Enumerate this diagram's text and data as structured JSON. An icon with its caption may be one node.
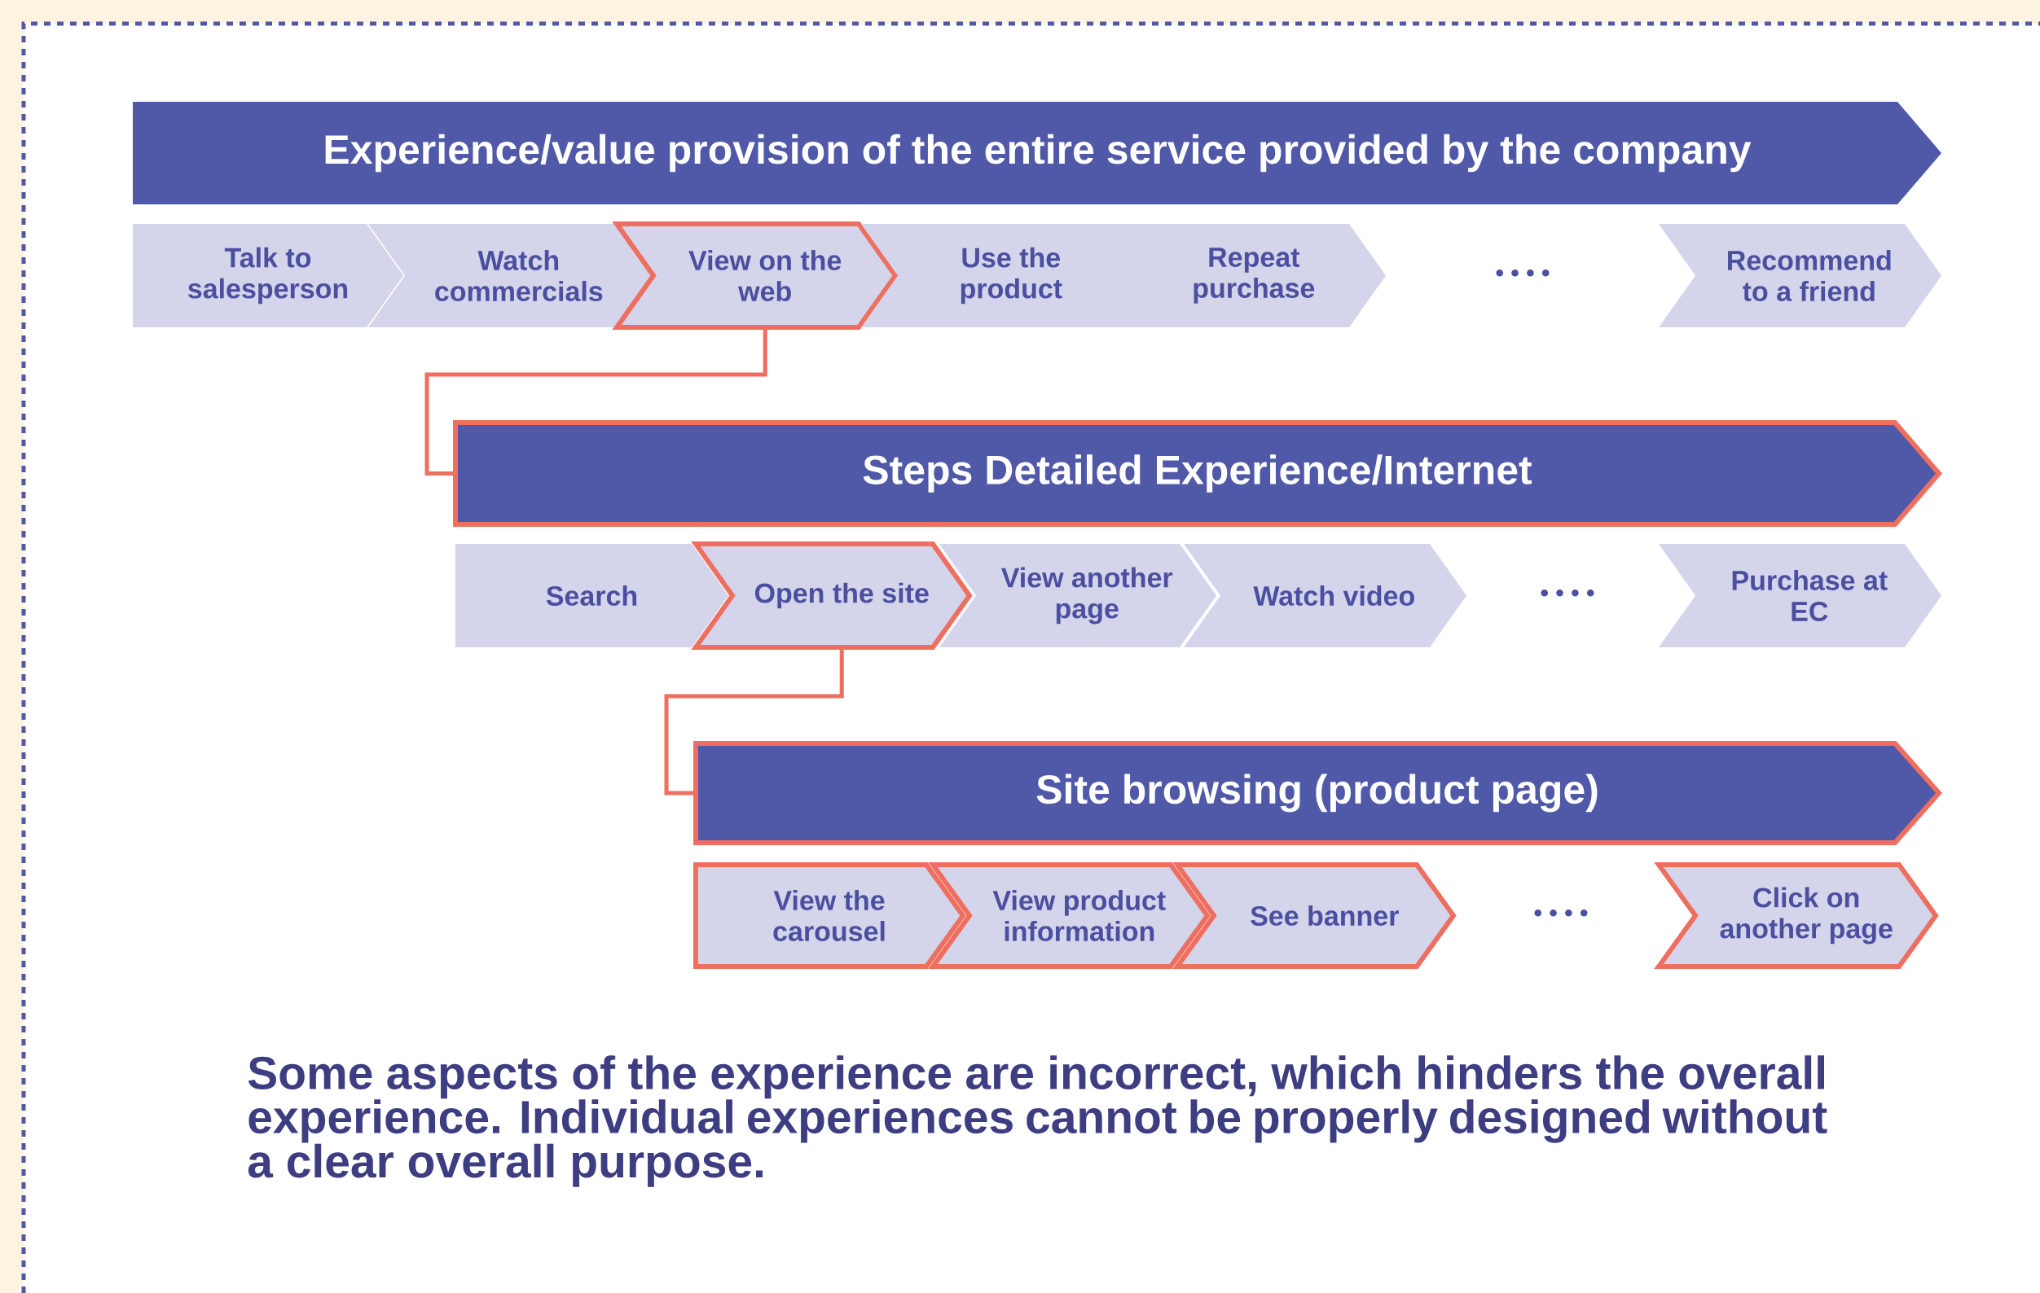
{
  "diagram": {
    "caption": "Some aspects of the experience are incorrect, which hinders the overall experience. Individual experiences cannot be properly designed without a clear overall purpose.",
    "nodes": [
      {
        "text": [
          "Experience/value provision of the entire service provided by the company"
        ]
      },
      {
        "text": [
          "Talk to salesperson"
        ]
      },
      {
        "text": [
          "Watch commercials"
        ]
      },
      {
        "text": [
          "View on the web"
        ]
      },
      {
        "text": [
          "Use the product"
        ]
      },
      {
        "text": [
          "Repeat purchase"
        ]
      },
      {
        "text": [
          "Recommend to a friend"
        ]
      },
      {
        "text": [
          "Steps Detailed Experience/Internet"
        ]
      },
      {
        "text": [
          "Search"
        ]
      },
      {
        "text": [
          "Open the site"
        ]
      },
      {
        "text": [
          "View another page"
        ]
      },
      {
        "text": [
          "Watch video"
        ]
      },
      {
        "text": [
          "Purchase at EC"
        ]
      },
      {
        "text": [
          "Site browsing (product page)"
        ]
      },
      {
        "text": [
          "View the carousel"
        ]
      },
      {
        "text": [
          "View product information"
        ]
      },
      {
        "text": [
          "See banner"
        ]
      },
      {
        "text": [
          "Click on another page"
        ]
      }
    ],
    "edges": [
      {
        "from": 3,
        "to": 7,
        "arrow": "none"
      },
      {
        "from": 9,
        "to": 13,
        "arrow": "none"
      }
    ],
    "labels": [
      "• • • •",
      "• • • •",
      "• • • •"
    ]
  }
}
